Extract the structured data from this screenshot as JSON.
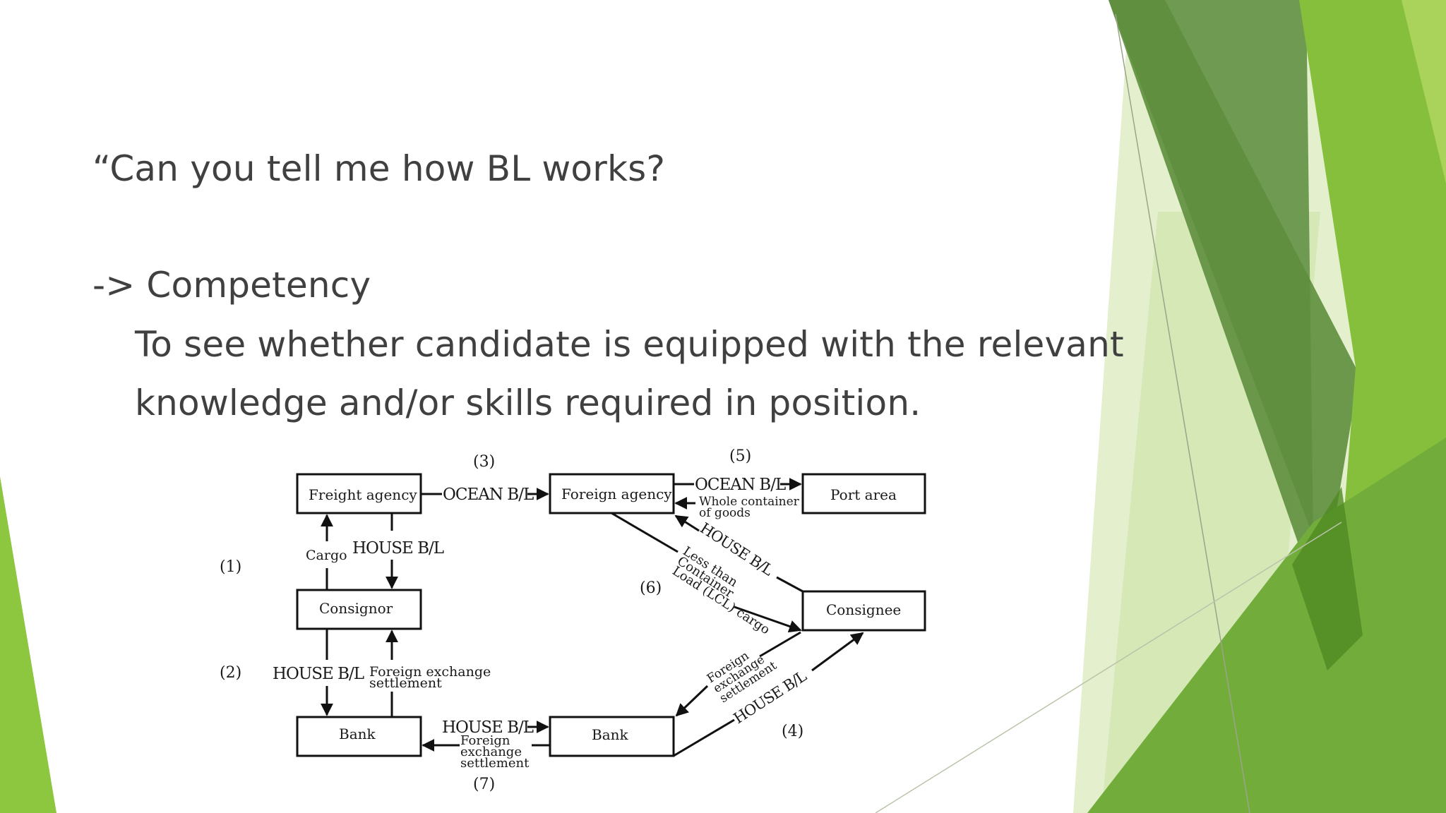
{
  "slide": {
    "question": "“Can you tell me how BL works?",
    "competency_heading": "-> Competency",
    "competency_line1": "To see whether candidate is equipped with the relevant",
    "competency_line2": "knowledge and/or skills required in position."
  },
  "diagram": {
    "nodes": {
      "freight_agency": "Freight  agency",
      "foreign_agency": "Foreign  agency",
      "port_area": "Port  area",
      "consignor": "Consignor",
      "consignee": "Consignee",
      "bank_left": "Bank",
      "bank_right": "Bank"
    },
    "steps": {
      "s1": "(1)",
      "s2": "(2)",
      "s3": "(3)",
      "s4": "(4)",
      "s5": "(5)",
      "s6": "(6)",
      "s7": "(7)"
    },
    "labels": {
      "ocean_bl_3": "OCEAN B/L",
      "ocean_bl_5": "OCEAN B/L",
      "whole_container_1": "Whole  container",
      "whole_container_2": "of  goods",
      "cargo": "Cargo",
      "house_bl_1": "HOUSE B/L",
      "house_bl_2": "HOUSE B/L",
      "fx_settlement_1": "Foreign  exchange",
      "fx_settlement_2": "settlement",
      "house_bl_7": "HOUSE B/L",
      "fx7_1": "Foreign",
      "fx7_2": "exchange",
      "fx7_3": "settlement",
      "house_bl_6": "HOUSE B/L",
      "lcl_1": "Less  than",
      "lcl_2": "Container",
      "lcl_3": "Load   (LCL)   cargo",
      "fx4_1": "Foreign",
      "fx4_2": "exchange",
      "fx4_3": "settlement",
      "house_bl_4": "HOUSE B/L"
    }
  },
  "colors": {
    "text": "#404040",
    "green_dark": "#5f8f3a",
    "green_mid": "#7aae3c",
    "green_bright": "#8dc63f",
    "green_light": "#dcebc0"
  }
}
